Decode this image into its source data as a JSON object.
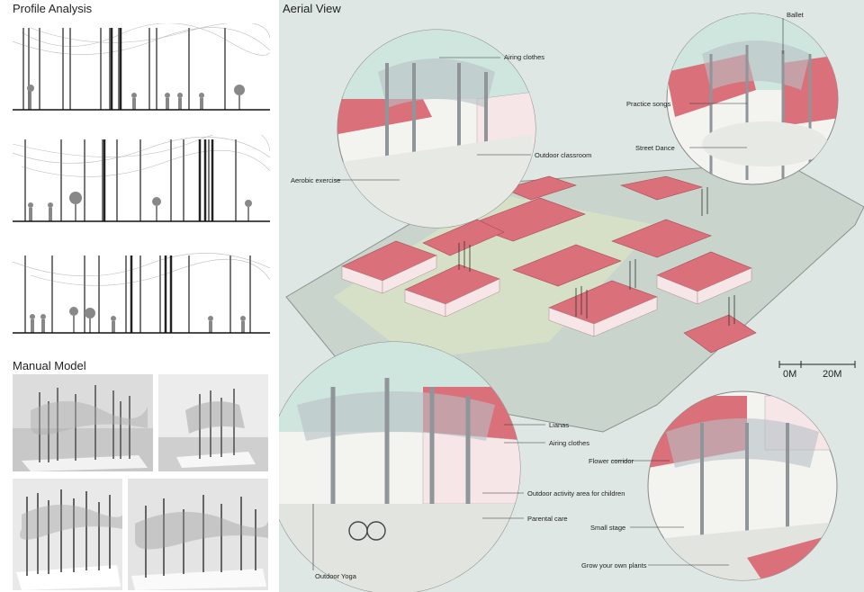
{
  "left": {
    "profile_title": "Profile Analysis",
    "model_title": "Manual Model"
  },
  "right": {
    "aerial_title": "Aerial View",
    "scale": {
      "start": "0M",
      "end": "20M"
    },
    "callouts": {
      "airing_clothes_top": "Airing clothes",
      "outdoor_classroom": "Outdoor classroom",
      "aerobic_exercise": "Aerobic exercise",
      "ballet": "Ballet",
      "practice_songs": "Practice songs",
      "street_dance": "Street Dance",
      "lianas": "Lianas",
      "airing_clothes_bottom": "Airing clothes",
      "outdoor_activity_children": "Outdoor activity area for children",
      "parental_care": "Parental care",
      "outdoor_yoga": "Outdoor Yoga",
      "flower_corridor": "Flower corridor",
      "small_stage": "Small stage",
      "grow_plants": "Grow your own plants"
    }
  },
  "colors": {
    "roof": "#d9707a",
    "wall": "#f6e6e8",
    "ground": "#dfe7e5",
    "grass": "#cfd9b8",
    "sky": "#cfe6df",
    "pole": "#8f9599"
  }
}
